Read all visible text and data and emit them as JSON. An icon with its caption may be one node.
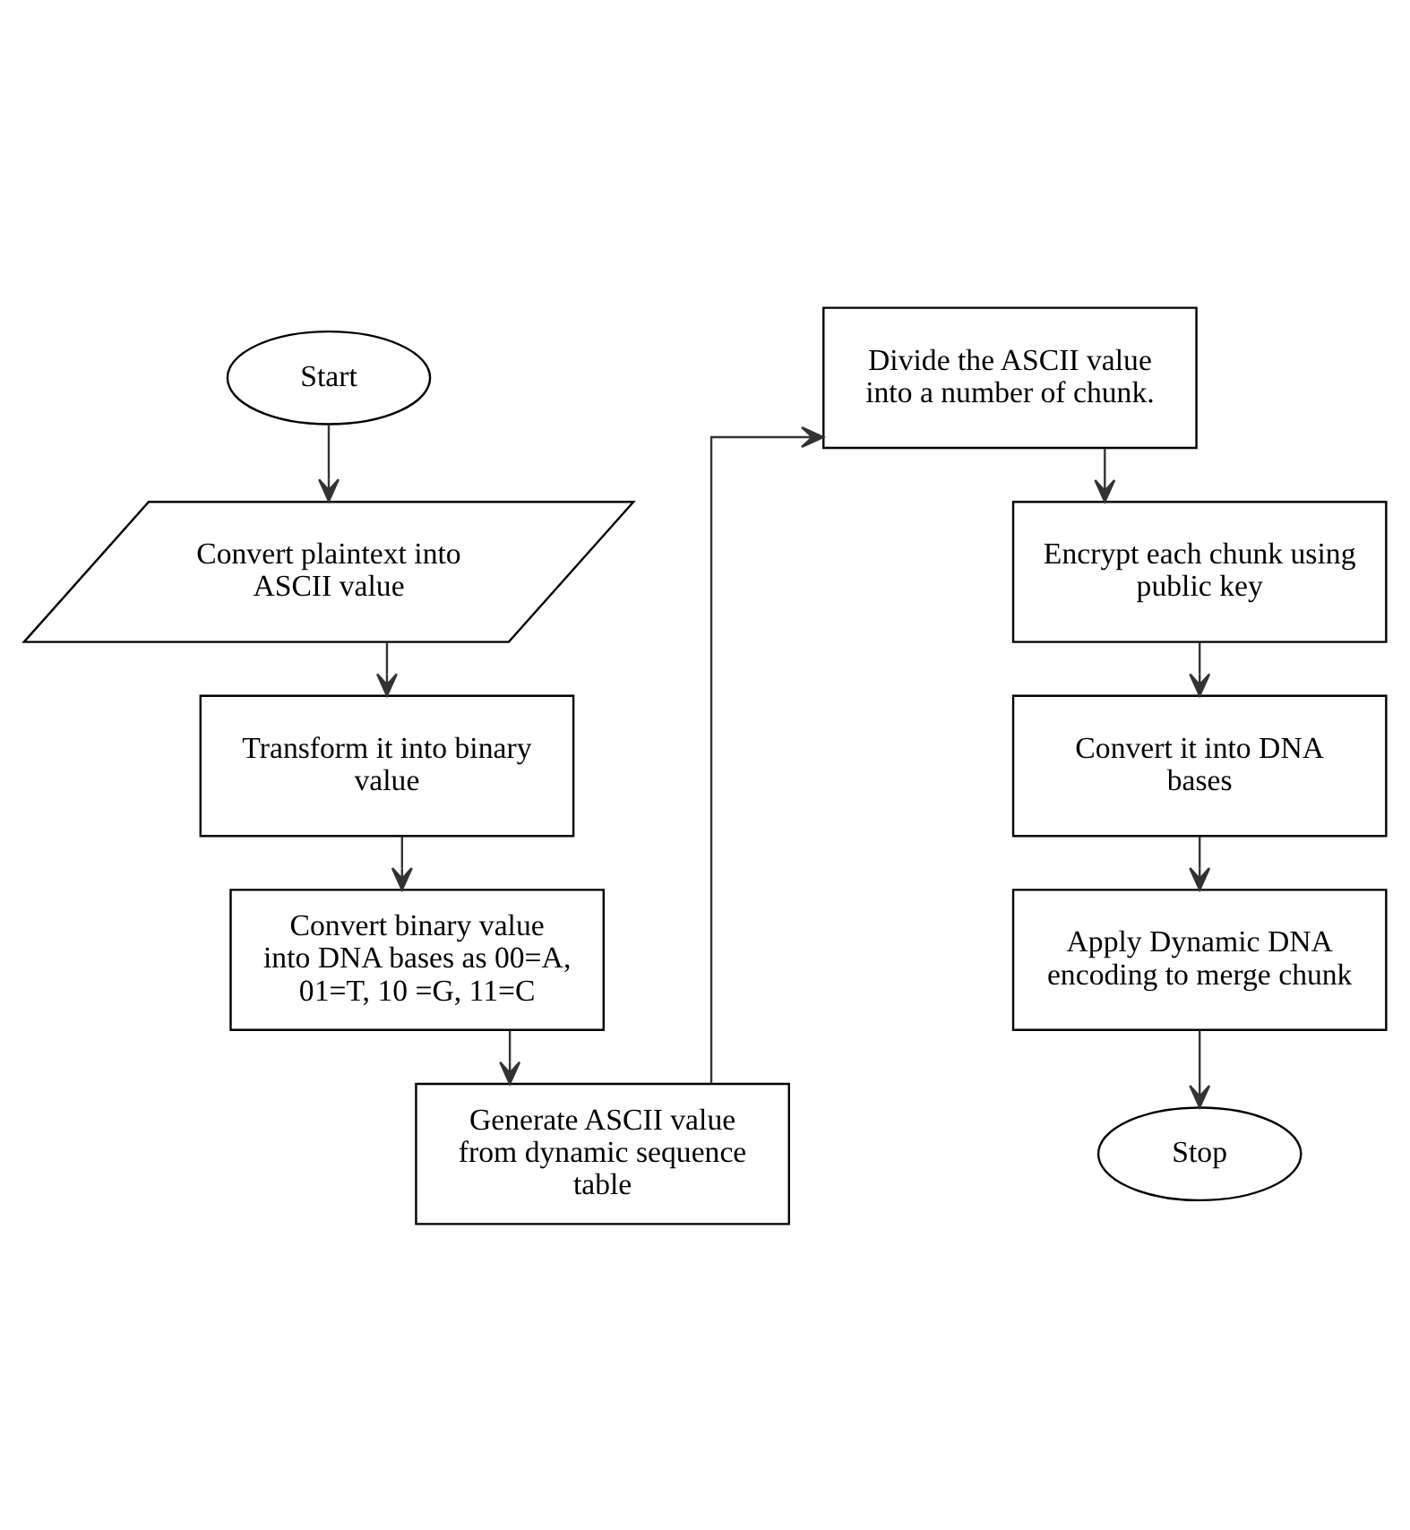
{
  "diagram": {
    "nodes": [
      {
        "text": [
          "Start"
        ]
      },
      {
        "text": [
          "Convert plaintext into ASCII value"
        ]
      },
      {
        "text": [
          "Transform it into binary value"
        ]
      },
      {
        "text": [
          "Convert binary value into DNA bases as 00=A, 01=T, 10 =G, 11=C"
        ]
      },
      {
        "text": [
          "Generate ASCII value from dynamic sequence table"
        ]
      },
      {
        "text": [
          "Divide the ASCII value into a number of chunk."
        ]
      },
      {
        "text": [
          "Encrypt each chunk using public key"
        ]
      },
      {
        "text": [
          "Convert it into DNA bases"
        ]
      },
      {
        "text": [
          "Apply Dynamic DNA encoding to merge chunk"
        ]
      },
      {
        "text": [
          "Stop"
        ]
      }
    ],
    "edges": [
      {
        "from": 0,
        "to": 1,
        "arrow": "to"
      },
      {
        "from": 1,
        "to": 2,
        "arrow": "to"
      },
      {
        "from": 2,
        "to": 3,
        "arrow": "to"
      },
      {
        "from": 3,
        "to": 4,
        "arrow": "to"
      },
      {
        "from": 4,
        "to": 5,
        "arrow": "to"
      },
      {
        "from": 5,
        "to": 6,
        "arrow": "to"
      },
      {
        "from": 6,
        "to": 7,
        "arrow": "to"
      },
      {
        "from": 7,
        "to": 8,
        "arrow": "to"
      },
      {
        "from": 8,
        "to": 9,
        "arrow": "to"
      }
    ]
  }
}
